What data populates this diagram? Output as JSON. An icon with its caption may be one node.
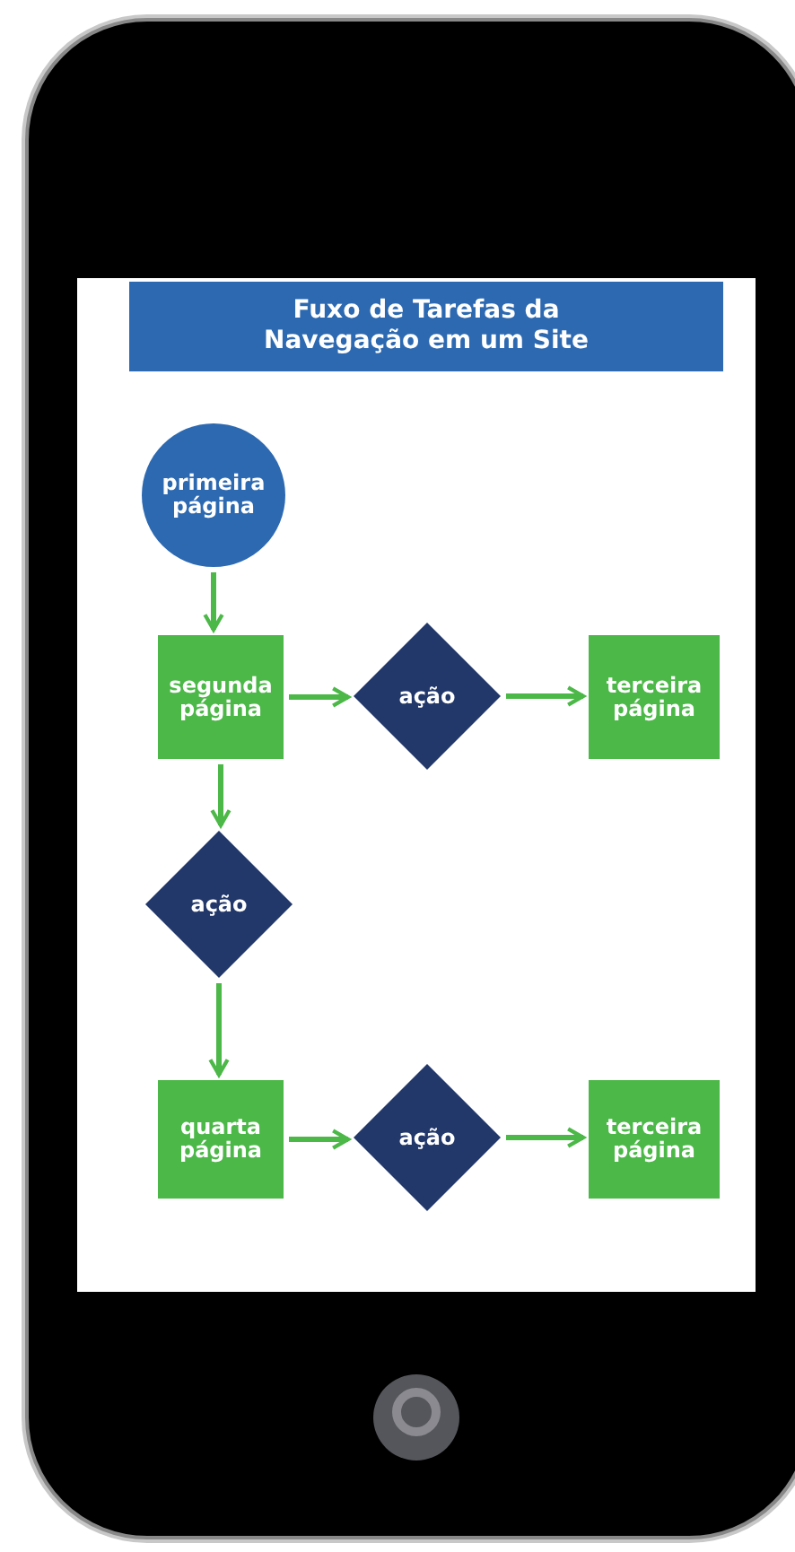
{
  "diagram": {
    "title": "Fuxo de Tarefas da Navegação em um Site",
    "nodes": [
      {
        "text": [
          "primeira página"
        ]
      },
      {
        "text": [
          "segunda página"
        ]
      },
      {
        "text": [
          "ação"
        ]
      },
      {
        "text": [
          "terceira página"
        ]
      },
      {
        "text": [
          "ação"
        ]
      },
      {
        "text": [
          "quarta página"
        ]
      },
      {
        "text": [
          "ação"
        ]
      },
      {
        "text": [
          "terceira página"
        ]
      }
    ],
    "edges": [
      {
        "from": 0,
        "to": 1,
        "arrow": "to"
      },
      {
        "from": 1,
        "to": 2,
        "arrow": "to"
      },
      {
        "from": 2,
        "to": 3,
        "arrow": "to"
      },
      {
        "from": 1,
        "to": 4,
        "arrow": "to"
      },
      {
        "from": 4,
        "to": 5,
        "arrow": "to"
      },
      {
        "from": 5,
        "to": 6,
        "arrow": "to"
      },
      {
        "from": 6,
        "to": 7,
        "arrow": "to"
      }
    ]
  }
}
